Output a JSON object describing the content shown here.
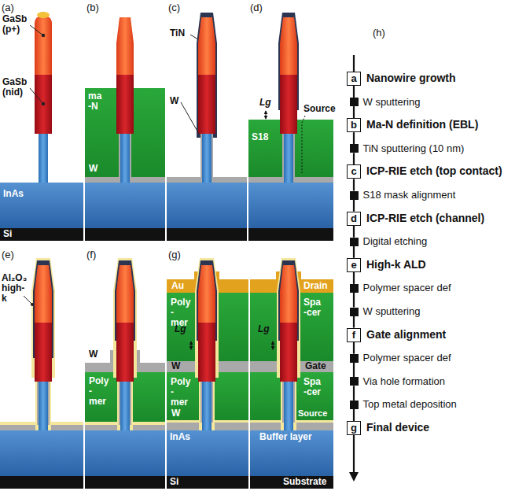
{
  "diagram": {
    "nodes": [
      {
        "text": [
          "a",
          "Nanowire growth"
        ]
      },
      {
        "text": [
          "W sputtering"
        ]
      },
      {
        "text": [
          "b",
          "Ma-N definition (EBL)"
        ]
      },
      {
        "text": [
          "TiN sputtering (10 nm)"
        ]
      },
      {
        "text": [
          "c",
          "ICP-RIE etch (top contact)"
        ]
      },
      {
        "text": [
          "S18 mask alignment"
        ]
      },
      {
        "text": [
          "d",
          "ICP-RIE etch (channel)"
        ]
      },
      {
        "text": [
          "Digital etching"
        ]
      },
      {
        "text": [
          "e",
          "High-k ALD"
        ]
      },
      {
        "text": [
          "Polymer spacer def"
        ]
      },
      {
        "text": [
          "W sputtering"
        ]
      },
      {
        "text": [
          "f",
          "Gate alignment"
        ]
      },
      {
        "text": [
          "Polymer spacer def"
        ]
      },
      {
        "text": [
          "Via hole formation"
        ]
      },
      {
        "text": [
          "Top metal deposition"
        ]
      },
      {
        "text": [
          "g",
          "Final device"
        ]
      }
    ],
    "edges": [
      {
        "from": 0,
        "to": 1,
        "arrow": "none"
      },
      {
        "from": 1,
        "to": 2,
        "arrow": "none"
      },
      {
        "from": 2,
        "to": 3,
        "arrow": "none"
      },
      {
        "from": 3,
        "to": 4,
        "arrow": "none"
      },
      {
        "from": 4,
        "to": 5,
        "arrow": "none"
      },
      {
        "from": 5,
        "to": 6,
        "arrow": "none"
      },
      {
        "from": 6,
        "to": 7,
        "arrow": "none"
      },
      {
        "from": 7,
        "to": 8,
        "arrow": "none"
      },
      {
        "from": 8,
        "to": 9,
        "arrow": "none"
      },
      {
        "from": 9,
        "to": 10,
        "arrow": "none"
      },
      {
        "from": 10,
        "to": 11,
        "arrow": "none"
      },
      {
        "from": 11,
        "to": 12,
        "arrow": "none"
      },
      {
        "from": 12,
        "to": 13,
        "arrow": "none"
      },
      {
        "from": 13,
        "to": 14,
        "arrow": "none"
      },
      {
        "from": 14,
        "to": 15,
        "arrow": "none"
      }
    ],
    "labels": [
      "(a)",
      "GaSb (p+)",
      "GaSb (nid)",
      "InAs",
      "Si",
      "(b)",
      "ma -N",
      "W",
      "(c)",
      "TiN",
      "W",
      "(d)",
      "Lg",
      "Source",
      "S18",
      "(e)",
      "Al₂O₃ high-k",
      "(f)",
      "W",
      "Poly -mer",
      "(g)",
      "Au",
      "Poly -mer",
      "Lg",
      "W",
      "Poly -mer",
      "W",
      "InAs",
      "Si",
      "Drain",
      "Spa -cer",
      "Lg",
      "Gate",
      "Spa -cer",
      "Source",
      "Buffer layer",
      "Substrate",
      "(h)"
    ]
  }
}
